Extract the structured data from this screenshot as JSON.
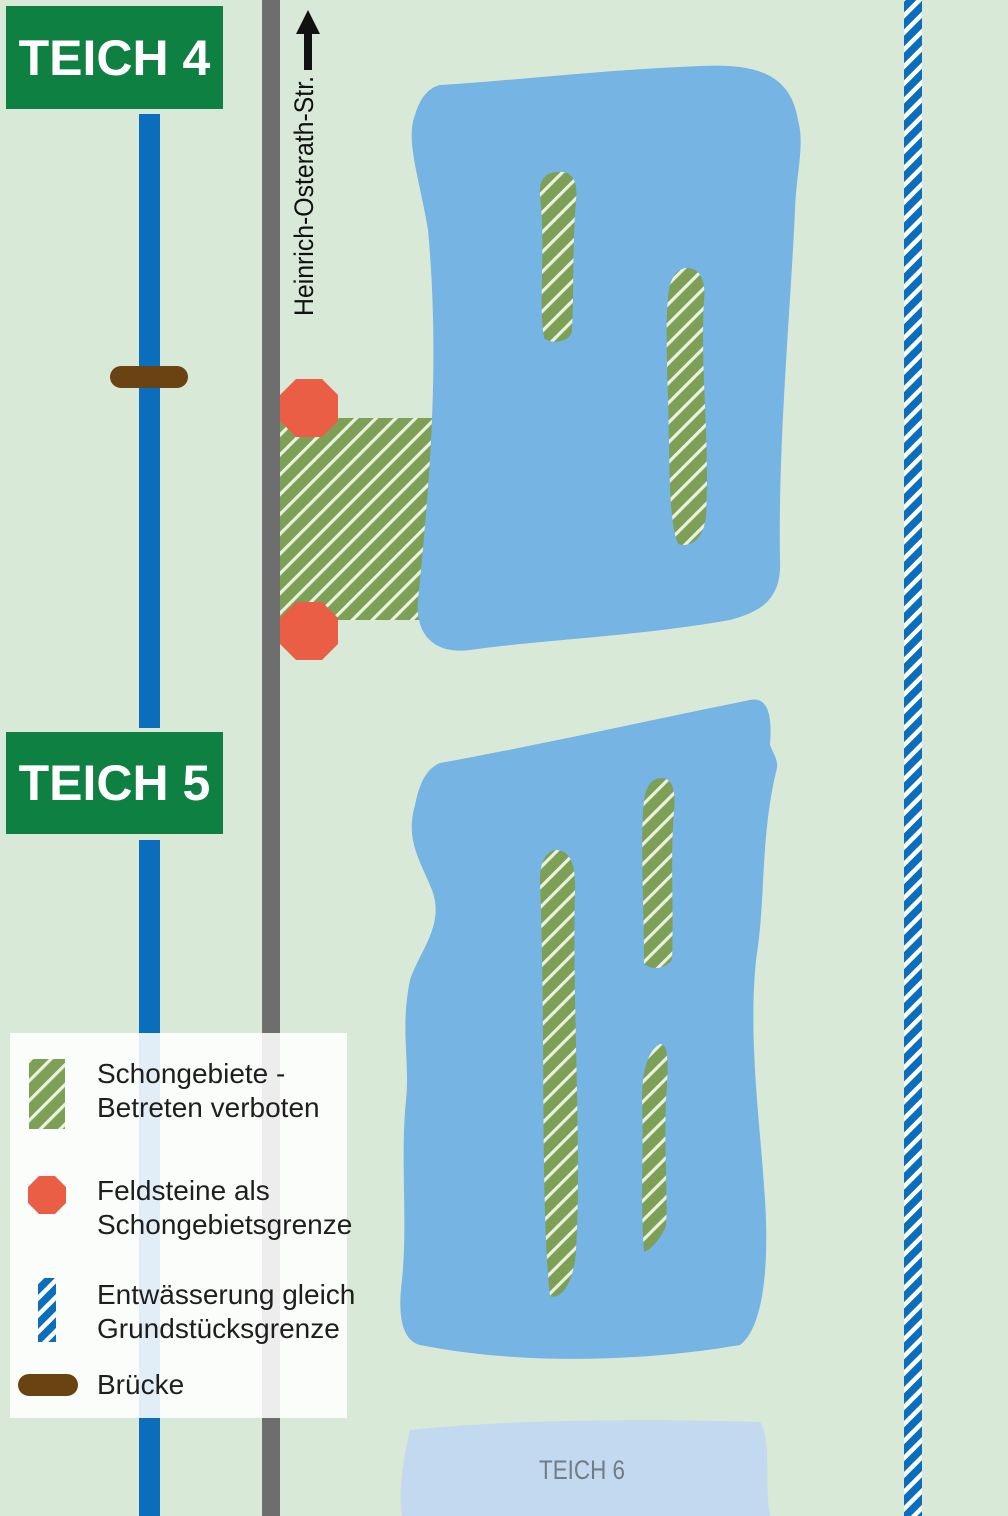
{
  "signs": {
    "teich4": "TEICH 4",
    "teich5": "TEICH 5"
  },
  "street": {
    "name": "Heinrich-Osterath-Str."
  },
  "teich6": {
    "label": "TEICH 6"
  },
  "legend": {
    "items": [
      {
        "line1": "Schongebiete -",
        "line2": "Betreten verboten",
        "icon": "hatched-green-area"
      },
      {
        "line1": "Feldsteine als",
        "line2": "Schongebietsgrenze",
        "icon": "red-octagon"
      },
      {
        "line1": "Entwässerung gleich",
        "line2": "Grundstücksgrenze",
        "icon": "blue-hatched-line"
      },
      {
        "line1": "Brücke",
        "line2": "",
        "icon": "brown-bar"
      }
    ]
  },
  "colors": {
    "background": "#d8ead7",
    "pond": "#76b4e3",
    "pond_faded": "#c3d9ef",
    "protected_area": "#7d9f56",
    "field_stone": "#ea5e45",
    "drainage": "#0a6ebd",
    "stream": "#0a6ebd",
    "bridge": "#6b4212",
    "road": "#6e6e6e",
    "sign": "#0e8041"
  }
}
